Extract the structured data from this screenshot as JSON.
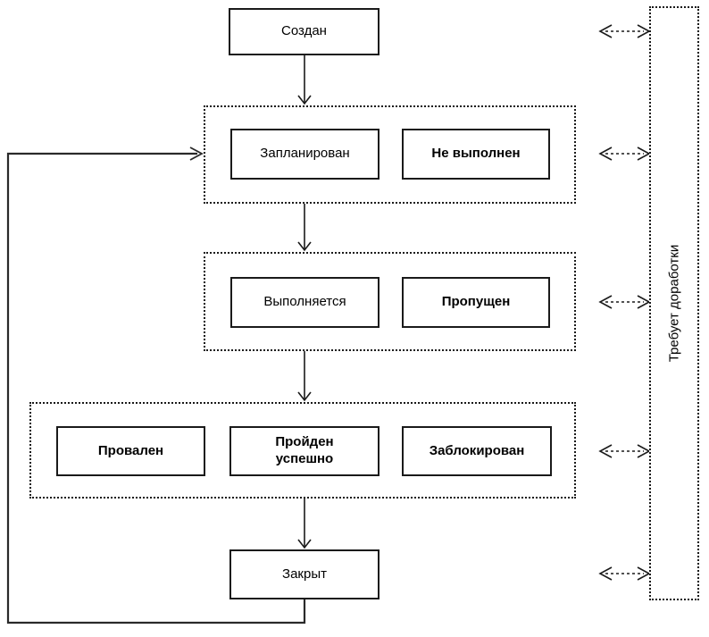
{
  "diagram": {
    "type": "state-flowchart",
    "language": "ru",
    "nodes": {
      "created": "Создан",
      "planned": "Запланирован",
      "not_executed": "Не выполнен",
      "in_progress": "Выполняется",
      "skipped": "Пропущен",
      "failed": "Провален",
      "passed": "Пройден успешно",
      "blocked": "Заблокирован",
      "closed": "Закрыт",
      "rework": "Требует доработки"
    },
    "groups": [
      {
        "id": "planned-group",
        "members": [
          "planned",
          "not_executed"
        ]
      },
      {
        "id": "in-progress-group",
        "members": [
          "in_progress",
          "skipped"
        ]
      },
      {
        "id": "result-group",
        "members": [
          "failed",
          "passed",
          "blocked"
        ]
      }
    ],
    "edges": [
      {
        "from": "created",
        "to": "planned-group",
        "style": "solid-arrow"
      },
      {
        "from": "planned-group",
        "to": "in-progress-group",
        "style": "solid-arrow"
      },
      {
        "from": "in-progress-group",
        "to": "result-group",
        "style": "solid-arrow"
      },
      {
        "from": "result-group",
        "to": "closed",
        "style": "solid-arrow"
      },
      {
        "from": "closed",
        "to": "planned-group",
        "style": "solid-arrow-loop"
      },
      {
        "from": "created",
        "to": "rework",
        "style": "dashed-double-arrow"
      },
      {
        "from": "planned-group",
        "to": "rework",
        "style": "dashed-double-arrow"
      },
      {
        "from": "in-progress-group",
        "to": "rework",
        "style": "dashed-double-arrow"
      },
      {
        "from": "result-group",
        "to": "rework",
        "style": "dashed-double-arrow"
      },
      {
        "from": "closed",
        "to": "rework",
        "style": "dashed-double-arrow"
      }
    ],
    "colors": {
      "line": "#000000",
      "background": "#ffffff",
      "node_fill": "#ffffff"
    }
  }
}
